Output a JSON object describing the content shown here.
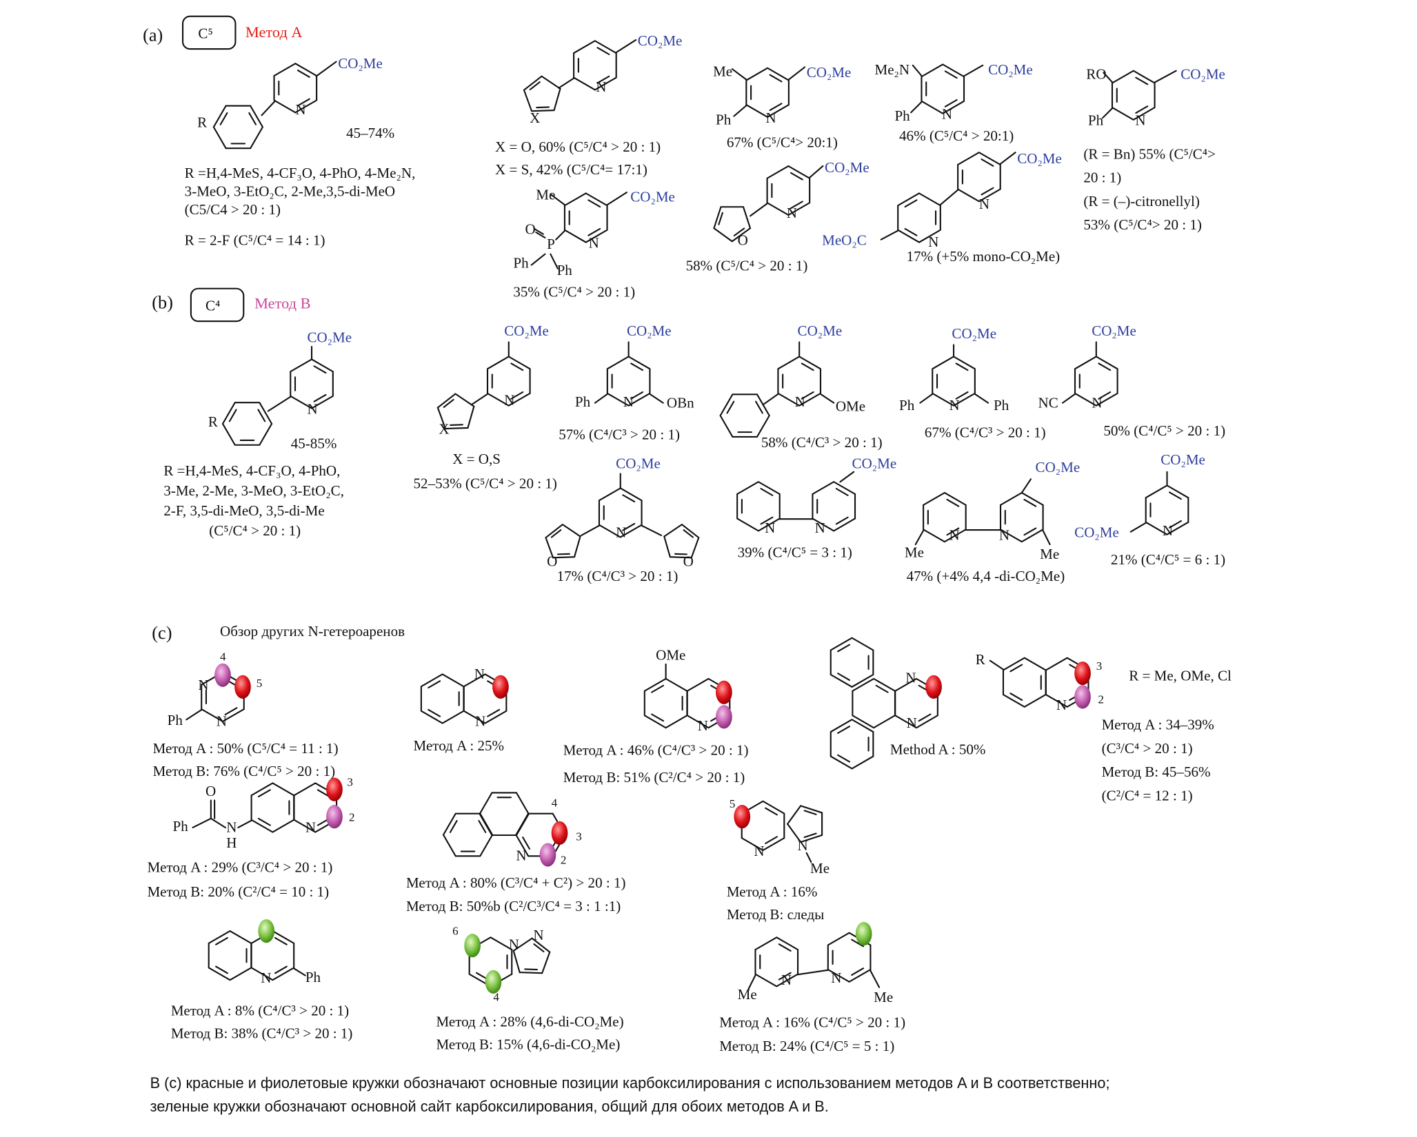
{
  "atoms": {
    "N": "N",
    "Ph": "Ph",
    "Me": "Me",
    "O": "O",
    "X": "X",
    "P": "P",
    "H": "H",
    "R": "R",
    "CO2Me": "CO₂Me",
    "MeO2C": "MeO₂C",
    "Me2N": "Me₂N",
    "RO": "RO",
    "OBn": "OBn",
    "OMe": "OMe",
    "NC": "NC"
  },
  "colors": {
    "co2me": "#2e3f9e",
    "method_a": "#e3201b",
    "method_b": "#c8479a",
    "circle_red": "#e0141a",
    "circle_purple": "#c45fb0",
    "circle_green": "#7cc242"
  },
  "section_a": {
    "label": "(a)",
    "box": "C⁵",
    "method": "Метод A",
    "m1": {
      "yield": "45–74%",
      "notes": [
        "R =H,4-MeS, 4-CF₃O, 4-PhO, 4-Me₂N,",
        "3-MeO, 3-EtO₂C, 2-Me,3,5-di-MeO",
        "(C5/C4 > 20 : 1)",
        "R = 2-F (C⁵/C⁴ = 14 : 1)"
      ]
    },
    "m2": {
      "notes": [
        "X = O, 60%  (C⁵/C⁴ > 20 : 1)",
        "X =  S, 42%  (C⁵/C⁴= 17:1)"
      ]
    },
    "m3": {
      "yield": "67%  (C⁵/C⁴> 20:1)"
    },
    "m4": {
      "yield": "46%  (C⁵/C⁴ > 20:1)"
    },
    "m5": {
      "notes": [
        "(R = Bn) 55%  (C⁵/C⁴>",
        "20 : 1)",
        "(R = (–)-citronellyl)",
        "53%  (C⁵/C⁴> 20 : 1)"
      ]
    },
    "m6": {
      "yield": "35%  (C⁵/C⁴ > 20 : 1)"
    },
    "m7": {
      "yield": "58%  (C⁵/C⁴ > 20 : 1)"
    },
    "m8": {
      "yield": "17%  (+5% mono-CO₂Me)"
    }
  },
  "section_b": {
    "label": "(b)",
    "box": "C⁴",
    "method": "Метод B",
    "m1": {
      "yield": "45-85%",
      "notes": [
        "R =H,4-MeS, 4-CF₃O, 4-PhO,",
        "3-Me, 2-Me, 3-MeO, 3-EtO₂C,",
        "2-F, 3,5-di-MeO, 3,5-di-Me",
        "(C⁵/C⁴  > 20 : 1)"
      ]
    },
    "m2": {
      "notes": [
        "X = O,S",
        "52–53% (C⁵/C⁴ > 20 : 1)"
      ]
    },
    "m3": {
      "yield": "57%  (C⁴/C³ > 20 : 1)"
    },
    "m4": {
      "yield": "58%  (C⁴/C³ > 20 : 1)"
    },
    "m5": {
      "yield": "67%  (C⁴/C³ > 20 : 1)"
    },
    "m6": {
      "yield": "50%  (C⁴/C⁵ > 20 : 1)"
    },
    "m7": {
      "yield": "17%  (C⁴/C³ > 20 : 1)"
    },
    "m8": {
      "yield": "39%  (C⁴/C⁵ = 3 : 1)"
    },
    "m9": {
      "yield": "47%  (+4% 4,4 -di-CO₂Me)"
    },
    "m10": {
      "yield": "21%  (C⁴/C⁵ = 6 : 1)"
    }
  },
  "section_c": {
    "label": "(c)",
    "title": "Обзор  других  N-гетероаренов",
    "m1": {
      "pos": [
        "4",
        "5"
      ],
      "lines": [
        "Метод A : 50%  (C⁵/C⁴  = 11 : 1)",
        "Метод B: 76%  (C⁴/C⁵  > 20 : 1)"
      ]
    },
    "m2": {
      "lines": [
        "Метод A : 25%"
      ]
    },
    "m3": {
      "lines": [
        "Метод A : 46%  (C⁴/C³ > 20 : 1)",
        "Метод B: 51%  (C²/C⁴ > 20 : 1)"
      ]
    },
    "m4": {
      "lines": [
        "Method A : 50%"
      ]
    },
    "m5": {
      "pos": [
        "3",
        "2"
      ],
      "r_def": "R = Me, OMe, Cl",
      "lines": [
        "Метод A : 34–39%",
        "(C³/C⁴ > 20 : 1)",
        "Метод B: 45–56%",
        "(C²/C⁴ = 12 : 1)"
      ]
    },
    "m6": {
      "pos": [
        "3",
        "2"
      ],
      "lines": [
        "Метод A : 29%  (C³/C⁴ > 20 : 1)",
        "Метод B: 20%  (C²/C⁴ = 10 : 1)"
      ]
    },
    "m7": {
      "pos": [
        "4",
        "3",
        "2"
      ],
      "lines": [
        "Метод A : 80%  (C³/C⁴ + C²)  > 20 : 1)",
        "Метод B: 50%b  (C²/C³/C⁴ = 3 : 1 :1)"
      ]
    },
    "m8": {
      "pos": [
        "5"
      ],
      "lines": [
        "Метод A : 16%",
        "Метод B: следы"
      ]
    },
    "m9": {
      "lines": [
        "Метод A : 8%  (C⁴/C³ > 20 : 1)",
        "Метод B: 38%  (C⁴/C³ > 20 : 1)"
      ]
    },
    "m10": {
      "pos": [
        "6",
        "4"
      ],
      "lines": [
        "Метод A : 28%  (4,6-di-CO₂Me)",
        "Метод B: 15%  (4,6-di-CO₂Me)"
      ]
    },
    "m11": {
      "lines": [
        "Метод A : 16%  (C⁴/C⁵ > 20 : 1)",
        "Метод B:  24%  (C⁴/C⁵ = 5 : 1)"
      ]
    }
  },
  "footnote": [
    "В (c) красные и фиолетовые кружки обозначают основные позиции карбоксилирования с использованием методов A и B соответственно;",
    "зеленые кружки обозначают основной сайт карбоксилирования, общий для обоих методов A и B."
  ]
}
